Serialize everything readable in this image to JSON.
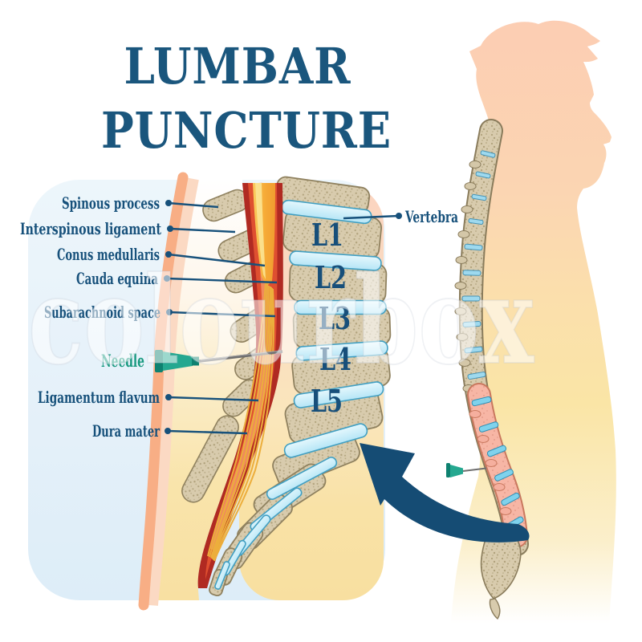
{
  "title": {
    "line1": "LUMBAR",
    "line2": "PUNCTURE"
  },
  "watermark": {
    "text": "colourbox"
  },
  "annotations": {
    "left": [
      {
        "id": "spinous-process",
        "label": "Spinous process"
      },
      {
        "id": "interspinous-ligament",
        "label": "Interspinous ligament"
      },
      {
        "id": "conus-medullaris",
        "label": "Conus medullaris"
      },
      {
        "id": "cauda-equina",
        "label": "Cauda equina"
      },
      {
        "id": "subarachnoid-space",
        "label": "Subarachnoid space"
      },
      {
        "id": "needle",
        "label": "Needle"
      },
      {
        "id": "ligamentum-flavum",
        "label": "Ligamentum flavum"
      },
      {
        "id": "dura-mater",
        "label": "Dura mater"
      }
    ],
    "right": [
      {
        "id": "vertebra",
        "label": "Vertebra"
      }
    ]
  },
  "vertebrae": [
    {
      "label": "L1"
    },
    {
      "label": "L2"
    },
    {
      "label": "L3"
    },
    {
      "label": "L4"
    },
    {
      "label": "L5"
    }
  ],
  "icons": [
    {
      "name": "needle-icon"
    },
    {
      "name": "needle-pointer-icon"
    },
    {
      "name": "curved-arrow-icon"
    }
  ],
  "colors": {
    "title": "#1A567D",
    "label": "#17517B",
    "needle_label": "#17997F",
    "arrow": "#154C74",
    "bone": "#D8CBAD",
    "bone_outline": "#8F815F",
    "disc_blue": "#BDE8F7",
    "red_band_dark": "#B02A22",
    "red_band_mid": "#DF4F30",
    "cord_yellow": "#F6AC38",
    "skin": "#F8AE85",
    "panel_blue": "#E8F3FA",
    "backdrop_pink": "#FBD5C1",
    "backdrop_yellow": "#F9E1A3",
    "body_head_pink": "#FCCDB3",
    "body_torso_yellow": "#FAE5A6",
    "lumbar_highlight_pink": "#F7B6A5",
    "needle_teal": "#25A890"
  }
}
